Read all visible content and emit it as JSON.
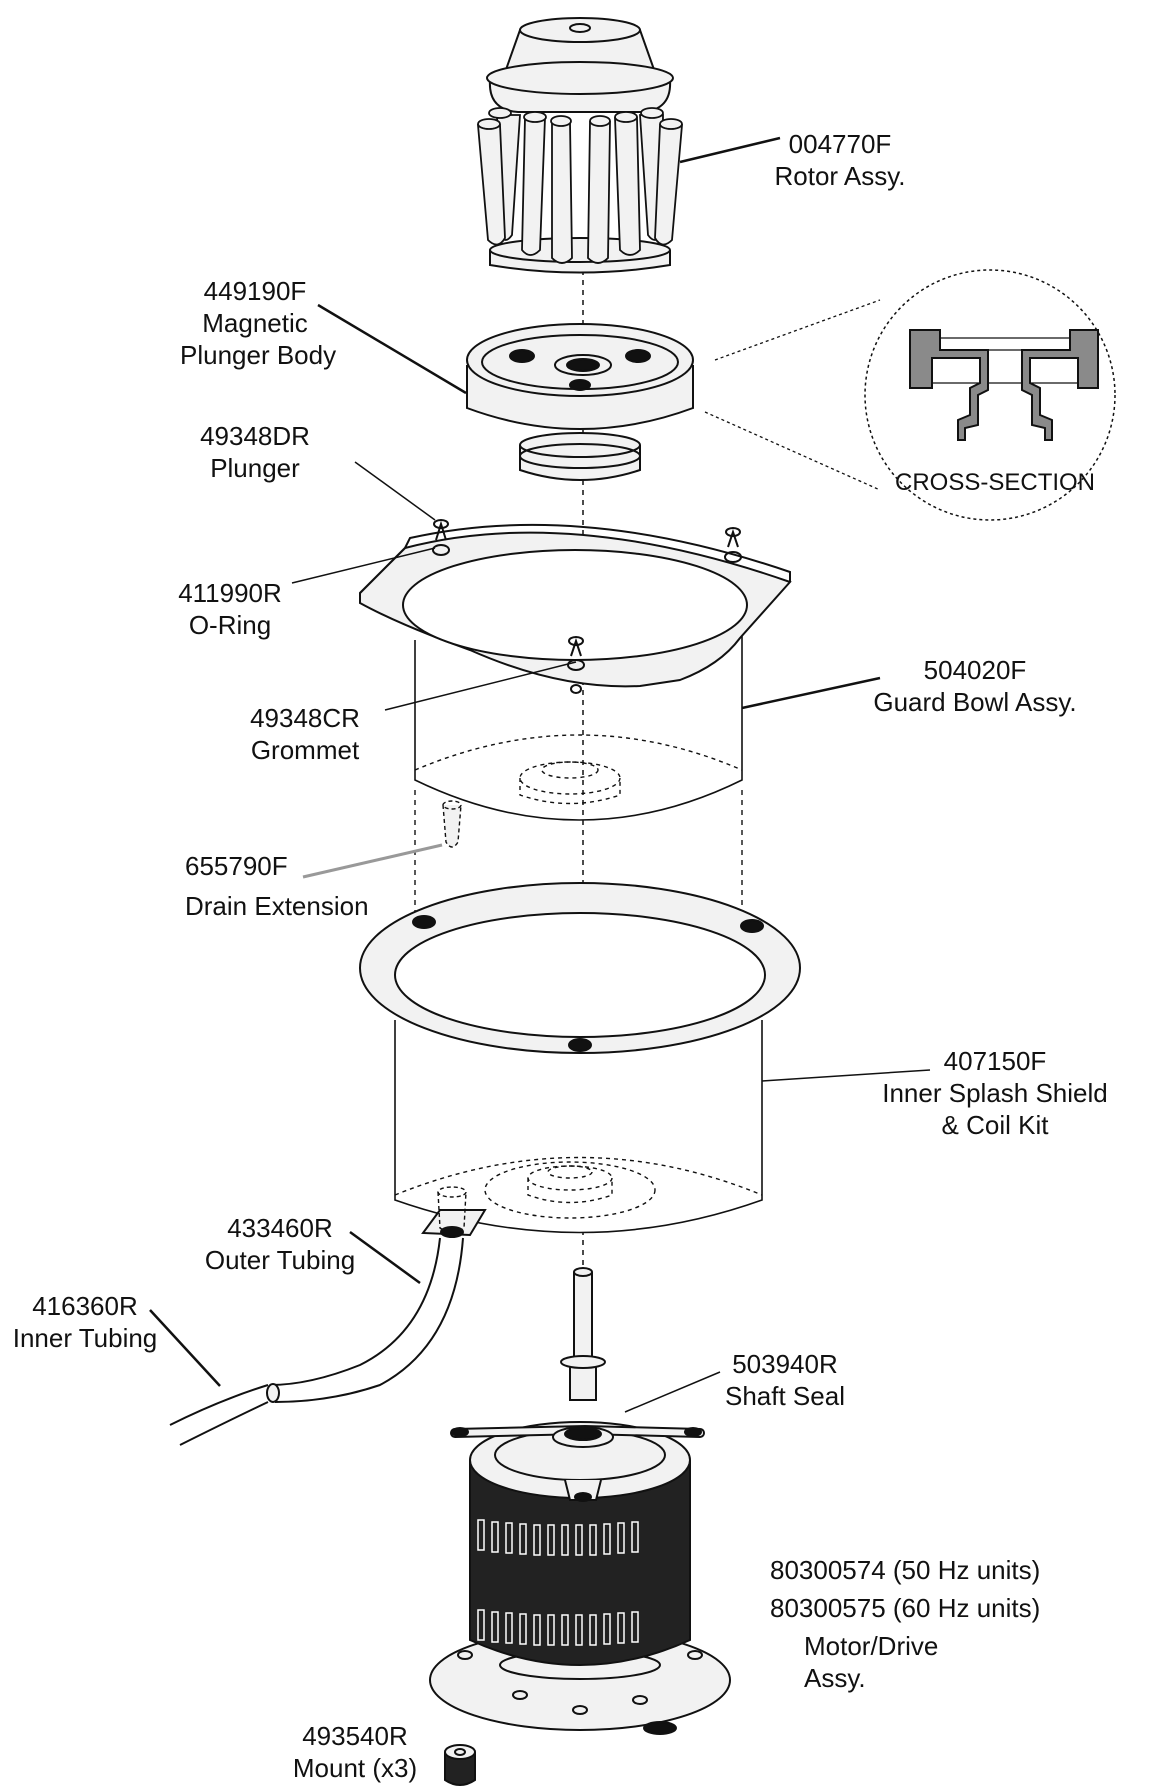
{
  "colors": {
    "ink": "#111111",
    "part_fill": "#f2f2f2",
    "motor_body": "#222222",
    "cross_section_fill": "#8a8a8a",
    "drain_leader": "#999999"
  },
  "callouts": {
    "rotor": {
      "part_no": "004770F",
      "name": "Rotor Assy."
    },
    "plunger_body": {
      "part_no": "449190F",
      "name_line1": "Magnetic",
      "name_line2": "Plunger Body"
    },
    "plunger": {
      "part_no": "49348DR",
      "name": "Plunger"
    },
    "o_ring": {
      "part_no": "411990R",
      "name": "O-Ring"
    },
    "grommet": {
      "part_no": "49348CR",
      "name": "Grommet"
    },
    "guard_bowl": {
      "part_no": "504020F",
      "name": "Guard Bowl Assy."
    },
    "drain_extension": {
      "part_no": "655790F",
      "name": "Drain Extension"
    },
    "splash_shield": {
      "part_no": "407150F",
      "name_line1": "Inner Splash Shield",
      "name_line2": "& Coil Kit"
    },
    "outer_tubing": {
      "part_no": "433460R",
      "name": "Outer Tubing"
    },
    "inner_tubing": {
      "part_no": "416360R",
      "name": "Inner Tubing"
    },
    "shaft_seal": {
      "part_no": "503940R",
      "name": "Shaft Seal"
    },
    "motor": {
      "part_no_50hz": "80300574 (50 Hz units)",
      "part_no_60hz": "80300575 (60 Hz units)",
      "name_line1": "Motor/Drive",
      "name_line2": "Assy."
    },
    "mount": {
      "part_no": "493540R",
      "name": "Mount (x3)"
    }
  },
  "cross_section": {
    "caption": "CROSS-SECTION"
  }
}
